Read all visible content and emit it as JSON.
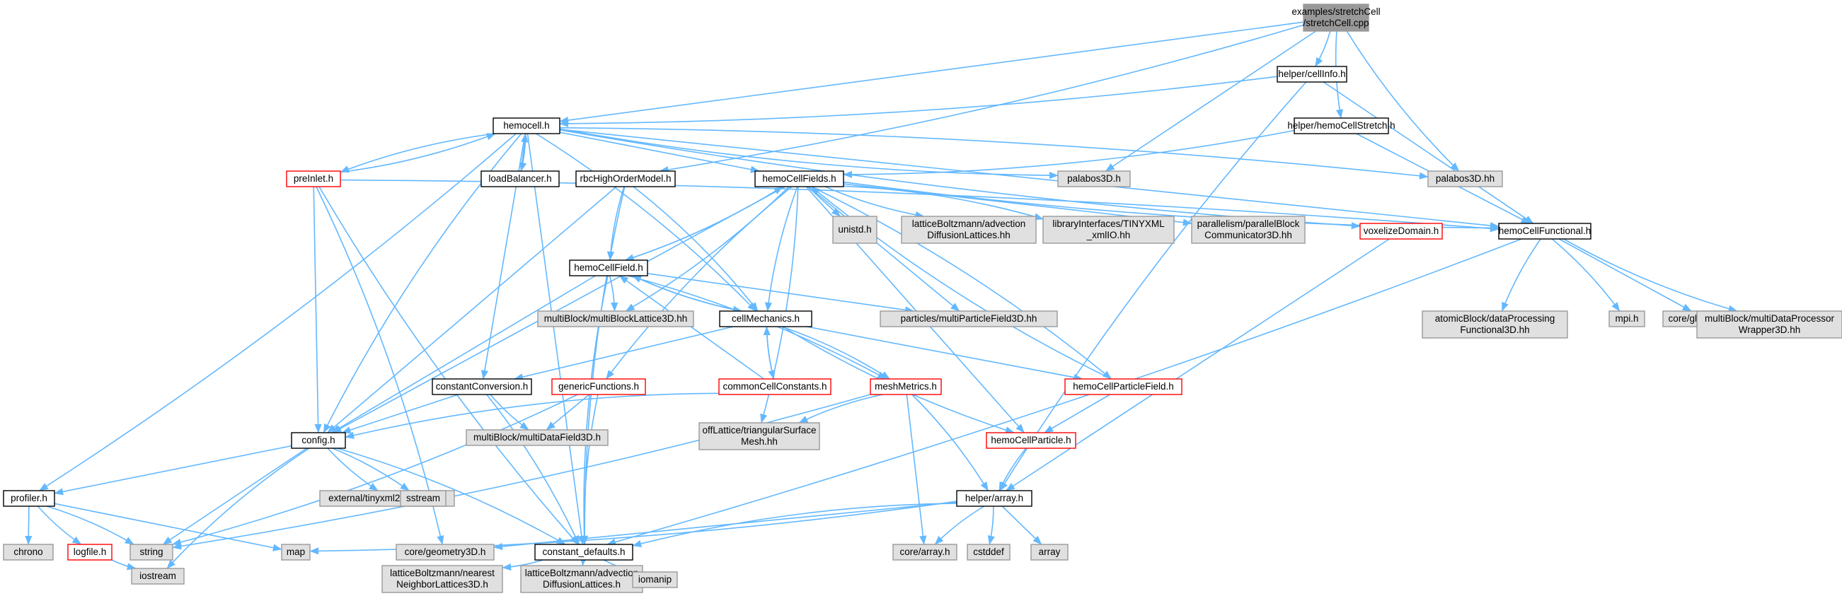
{
  "colors": {
    "edge": "#63b8ff",
    "root_fill": "#999999",
    "header_fill": "#ffffff",
    "header_border": "#000000",
    "undocumented_border": "#ff0000",
    "external_fill": "#e0e0e0",
    "external_border": "#999999"
  },
  "nodes": [
    {
      "id": "root",
      "lines": [
        "examples/stretchCell",
        "/stretchCell.cpp"
      ],
      "kind": "root"
    },
    {
      "id": "cellinfo",
      "lines": [
        "helper/cellInfo.h"
      ],
      "kind": "header"
    },
    {
      "id": "hemocell",
      "lines": [
        "hemocell.h"
      ],
      "kind": "header"
    },
    {
      "id": "stretchh",
      "lines": [
        "helper/hemoCellStretch.h"
      ],
      "kind": "header"
    },
    {
      "id": "preinlet",
      "lines": [
        "preInlet.h"
      ],
      "kind": "undocumented"
    },
    {
      "id": "loadbal",
      "lines": [
        "loadBalancer.h"
      ],
      "kind": "header"
    },
    {
      "id": "rbc",
      "lines": [
        "rbcHighOrderModel.h"
      ],
      "kind": "header"
    },
    {
      "id": "fields",
      "lines": [
        "hemoCellFields.h"
      ],
      "kind": "header"
    },
    {
      "id": "pal3dh",
      "lines": [
        "palabos3D.h"
      ],
      "kind": "external"
    },
    {
      "id": "pal3dhh",
      "lines": [
        "palabos3D.hh"
      ],
      "kind": "external"
    },
    {
      "id": "unistd",
      "lines": [
        "unistd.h"
      ],
      "kind": "external"
    },
    {
      "id": "lbadv",
      "lines": [
        "latticeBoltzmann/advection",
        "DiffusionLattices.hh"
      ],
      "kind": "external"
    },
    {
      "id": "tinyio",
      "lines": [
        "libraryInterfaces/TINYXML",
        "_xmlIO.hh"
      ],
      "kind": "external"
    },
    {
      "id": "parblock",
      "lines": [
        "parallelism/parallelBlock",
        "Communicator3D.hh"
      ],
      "kind": "external"
    },
    {
      "id": "voxel",
      "lines": [
        "voxelizeDomain.h"
      ],
      "kind": "undocumented"
    },
    {
      "id": "functional",
      "lines": [
        "hemoCellFunctional.h"
      ],
      "kind": "header"
    },
    {
      "id": "field",
      "lines": [
        "hemoCellField.h"
      ],
      "kind": "header"
    },
    {
      "id": "mblattice",
      "lines": [
        "multiBlock/multiBlockLattice3D.hh"
      ],
      "kind": "external"
    },
    {
      "id": "mechanics",
      "lines": [
        "cellMechanics.h"
      ],
      "kind": "header"
    },
    {
      "id": "mpf",
      "lines": [
        "particles/multiParticleField3D.hh"
      ],
      "kind": "external"
    },
    {
      "id": "atomic",
      "lines": [
        "atomicBlock/dataProcessing",
        "Functional3D.hh"
      ],
      "kind": "external"
    },
    {
      "id": "mpi",
      "lines": [
        "mpi.h"
      ],
      "kind": "external"
    },
    {
      "id": "globaldefs",
      "lines": [
        "core/globalDefs.h"
      ],
      "kind": "external"
    },
    {
      "id": "mbwrapper",
      "lines": [
        "multiBlock/multiDataProcessor",
        "Wrapper3D.hh"
      ],
      "kind": "external"
    },
    {
      "id": "constconv",
      "lines": [
        "constantConversion.h"
      ],
      "kind": "header"
    },
    {
      "id": "generic",
      "lines": [
        "genericFunctions.h"
      ],
      "kind": "undocumented"
    },
    {
      "id": "commonconst",
      "lines": [
        "commonCellConstants.h"
      ],
      "kind": "undocumented"
    },
    {
      "id": "meshmetrics",
      "lines": [
        "meshMetrics.h"
      ],
      "kind": "undocumented"
    },
    {
      "id": "particlefield",
      "lines": [
        "hemoCellParticleField.h"
      ],
      "kind": "undocumented"
    },
    {
      "id": "mbdatafield",
      "lines": [
        "multiBlock/multiDataField3D.h"
      ],
      "kind": "external"
    },
    {
      "id": "trisurf",
      "lines": [
        "offLattice/triangularSurface",
        "Mesh.hh"
      ],
      "kind": "external"
    },
    {
      "id": "config",
      "lines": [
        "config.h"
      ],
      "kind": "header"
    },
    {
      "id": "particle",
      "lines": [
        "hemoCellParticle.h"
      ],
      "kind": "undocumented"
    },
    {
      "id": "profiler",
      "lines": [
        "profiler.h"
      ],
      "kind": "header"
    },
    {
      "id": "tinyxml2",
      "lines": [
        "external/tinyxml2/tinyxml2.h"
      ],
      "kind": "external"
    },
    {
      "id": "sstream",
      "lines": [
        "sstream"
      ],
      "kind": "external"
    },
    {
      "id": "array",
      "lines": [
        "helper/array.h"
      ],
      "kind": "header"
    },
    {
      "id": "chrono",
      "lines": [
        "chrono"
      ],
      "kind": "external"
    },
    {
      "id": "logfile",
      "lines": [
        "logfile.h"
      ],
      "kind": "undocumented"
    },
    {
      "id": "string",
      "lines": [
        "string"
      ],
      "kind": "external"
    },
    {
      "id": "map",
      "lines": [
        "map"
      ],
      "kind": "external"
    },
    {
      "id": "geometry",
      "lines": [
        "core/geometry3D.h"
      ],
      "kind": "external"
    },
    {
      "id": "defaults",
      "lines": [
        "constant_defaults.h"
      ],
      "kind": "header"
    },
    {
      "id": "corearray",
      "lines": [
        "core/array.h"
      ],
      "kind": "external"
    },
    {
      "id": "cstddef",
      "lines": [
        "cstddef"
      ],
      "kind": "external"
    },
    {
      "id": "arr",
      "lines": [
        "array"
      ],
      "kind": "external"
    },
    {
      "id": "iostream",
      "lines": [
        "iostream"
      ],
      "kind": "external"
    },
    {
      "id": "nearest",
      "lines": [
        "latticeBoltzmann/nearest",
        "NeighborLattices3D.h"
      ],
      "kind": "external"
    },
    {
      "id": "lbadvh",
      "lines": [
        "latticeBoltzmann/advection",
        "DiffusionLattices.h"
      ],
      "kind": "external"
    },
    {
      "id": "iomanip",
      "lines": [
        "iomanip"
      ],
      "kind": "external"
    }
  ],
  "edges": [
    [
      "root",
      "cellinfo"
    ],
    [
      "root",
      "hemocell"
    ],
    [
      "root",
      "stretchh"
    ],
    [
      "root",
      "rbc"
    ],
    [
      "root",
      "pal3dh"
    ],
    [
      "root",
      "pal3dhh"
    ],
    [
      "cellinfo",
      "hemocell"
    ],
    [
      "cellinfo",
      "functional"
    ],
    [
      "cellinfo",
      "array"
    ],
    [
      "stretchh",
      "fields"
    ],
    [
      "stretchh",
      "functional"
    ],
    [
      "hemocell",
      "preinlet"
    ],
    [
      "hemocell",
      "loadbal"
    ],
    [
      "hemocell",
      "fields"
    ],
    [
      "hemocell",
      "pal3dh"
    ],
    [
      "hemocell",
      "pal3dhh"
    ],
    [
      "hemocell",
      "functional"
    ],
    [
      "hemocell",
      "voxel"
    ],
    [
      "hemocell",
      "mechanics"
    ],
    [
      "hemocell",
      "constconv"
    ],
    [
      "hemocell",
      "config"
    ],
    [
      "hemocell",
      "profiler"
    ],
    [
      "hemocell",
      "defaults"
    ],
    [
      "preinlet",
      "hemocell"
    ],
    [
      "preinlet",
      "functional"
    ],
    [
      "preinlet",
      "config"
    ],
    [
      "preinlet",
      "defaults"
    ],
    [
      "preinlet",
      "geometry"
    ],
    [
      "loadbal",
      "hemocell"
    ],
    [
      "rbc",
      "field"
    ],
    [
      "rbc",
      "mechanics"
    ],
    [
      "rbc",
      "config"
    ],
    [
      "rbc",
      "defaults"
    ],
    [
      "fields",
      "field"
    ],
    [
      "fields",
      "unistd"
    ],
    [
      "fields",
      "lbadv"
    ],
    [
      "fields",
      "tinyio"
    ],
    [
      "fields",
      "parblock"
    ],
    [
      "fields",
      "functional"
    ],
    [
      "fields",
      "mblattice"
    ],
    [
      "fields",
      "mpf"
    ],
    [
      "fields",
      "mechanics"
    ],
    [
      "fields",
      "particlefield"
    ],
    [
      "fields",
      "particle"
    ],
    [
      "fields",
      "generic"
    ],
    [
      "fields",
      "trisurf"
    ],
    [
      "fields",
      "config"
    ],
    [
      "field",
      "fields"
    ],
    [
      "field",
      "mblattice"
    ],
    [
      "field",
      "mpf"
    ],
    [
      "field",
      "mechanics"
    ],
    [
      "field",
      "meshmetrics"
    ],
    [
      "field",
      "config"
    ],
    [
      "field",
      "defaults"
    ],
    [
      "mechanics",
      "field"
    ],
    [
      "mechanics",
      "constconv"
    ],
    [
      "mechanics",
      "commonconst"
    ],
    [
      "mechanics",
      "meshmetrics"
    ],
    [
      "mechanics",
      "particlefield"
    ],
    [
      "mechanics",
      "particle"
    ],
    [
      "commonconst",
      "mechanics"
    ],
    [
      "commonconst",
      "field"
    ],
    [
      "commonconst",
      "config"
    ],
    [
      "particlefield",
      "fields"
    ],
    [
      "particlefield",
      "particle"
    ],
    [
      "particle",
      "array"
    ],
    [
      "meshmetrics",
      "array"
    ],
    [
      "meshmetrics",
      "corearray"
    ],
    [
      "meshmetrics",
      "trisurf"
    ],
    [
      "meshmetrics",
      "string"
    ],
    [
      "voxel",
      "array"
    ],
    [
      "functional",
      "atomic"
    ],
    [
      "functional",
      "mpi"
    ],
    [
      "functional",
      "globaldefs"
    ],
    [
      "functional",
      "mbwrapper"
    ],
    [
      "functional",
      "defaults"
    ],
    [
      "constconv",
      "config"
    ],
    [
      "constconv",
      "mbdatafield"
    ],
    [
      "constconv",
      "defaults"
    ],
    [
      "generic",
      "mbdatafield"
    ],
    [
      "generic",
      "defaults"
    ],
    [
      "generic",
      "string"
    ],
    [
      "config",
      "profiler"
    ],
    [
      "config",
      "tinyxml2"
    ],
    [
      "config",
      "sstream"
    ],
    [
      "config",
      "string"
    ],
    [
      "config",
      "iostream"
    ],
    [
      "config",
      "defaults"
    ],
    [
      "profiler",
      "chrono"
    ],
    [
      "profiler",
      "logfile"
    ],
    [
      "profiler",
      "string"
    ],
    [
      "profiler",
      "map"
    ],
    [
      "logfile",
      "iostream"
    ],
    [
      "array",
      "map"
    ],
    [
      "array",
      "geometry"
    ],
    [
      "array",
      "corearray"
    ],
    [
      "array",
      "cstddef"
    ],
    [
      "array",
      "arr"
    ],
    [
      "array",
      "defaults"
    ],
    [
      "defaults",
      "nearest"
    ],
    [
      "defaults",
      "lbadvh"
    ],
    [
      "defaults",
      "iomanip"
    ]
  ]
}
